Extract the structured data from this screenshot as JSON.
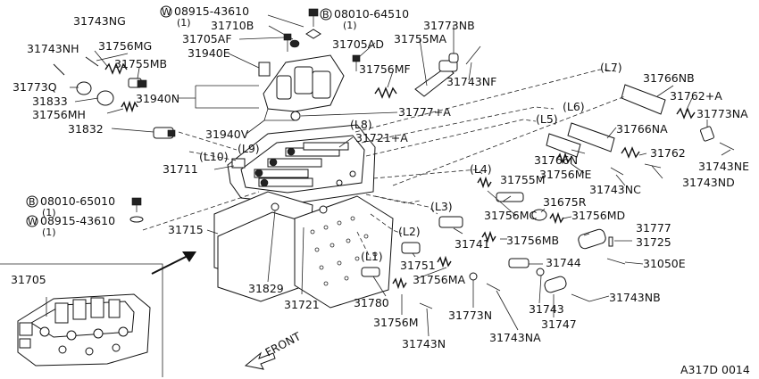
{
  "diagram": {
    "figure_code": "A317D 0014",
    "front_label": "FRONT",
    "callouts": [
      "31743NG",
      "31743NH",
      "31756MG",
      "31755MB",
      "31773Q",
      "31833",
      "31756MH",
      "31832",
      "08915-43610",
      "(1)",
      "31710B",
      "31705AF",
      "31940E",
      "31940N",
      "08010-64510",
      "(1)",
      "31773NB",
      "31705AD",
      "31755MA",
      "31756MF",
      "31743NF",
      "31777+A",
      "31940V",
      "(L7)",
      "31766NB",
      "31762+A",
      "31773NA",
      "(L6)",
      "31766NA",
      "(L5)",
      "31766N",
      "31762",
      "31756ME",
      "31743NE",
      "31743NC",
      "31743ND",
      "(L8)",
      "31721+A",
      "(L9)",
      "(L10)",
      "31711",
      "(L4)",
      "31755M",
      "31675R",
      "31756MC",
      "31756MD",
      "(L3)",
      "31741",
      "31756MB",
      "31777",
      "31725",
      "31050E",
      "(L2)",
      "31751",
      "31744",
      "(L1)",
      "31756MA",
      "31780",
      "31756M",
      "31743N",
      "31773N",
      "31743",
      "31743NA",
      "31747",
      "31743NB",
      "08010-65010",
      "(1)",
      "08915-43610",
      "(1)",
      "31715",
      "31829",
      "31721",
      "31705"
    ],
    "symbols": {
      "w_washer": "W",
      "b_bolt": "B"
    }
  }
}
